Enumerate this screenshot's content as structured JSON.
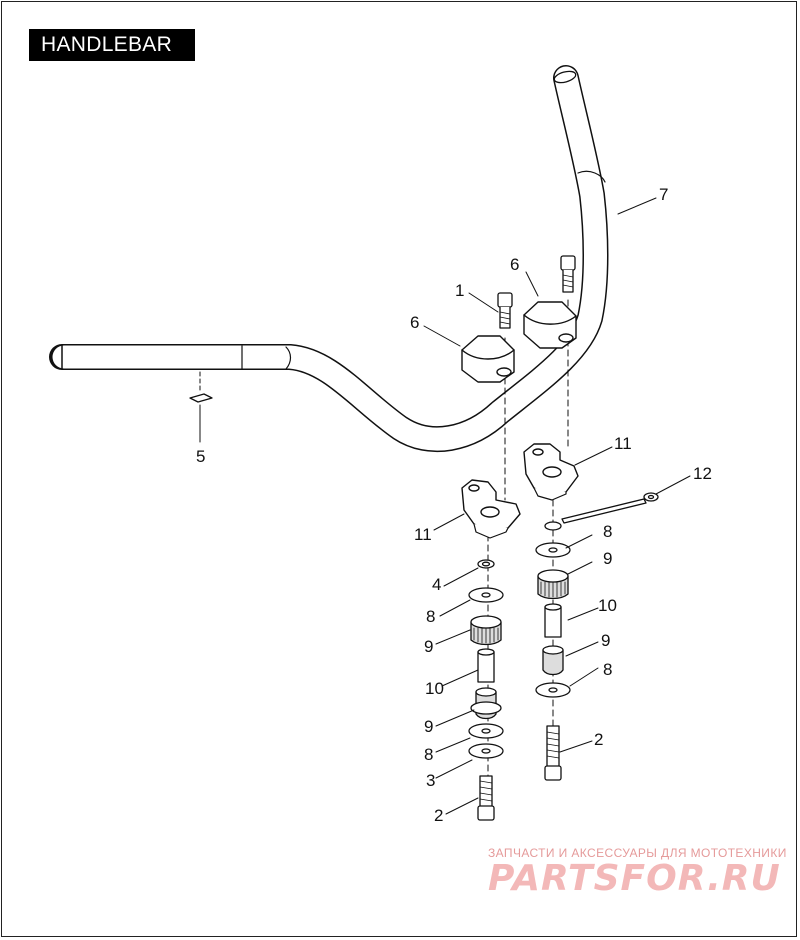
{
  "title": "HANDLEBAR",
  "callouts": {
    "c1": "1",
    "c2a": "2",
    "c2b": "2",
    "c3": "3",
    "c4": "4",
    "c5": "5",
    "c6a": "6",
    "c6b": "6",
    "c7": "7",
    "c8a": "8",
    "c8b": "8",
    "c8c": "8",
    "c8d": "8",
    "c9a": "9",
    "c9b": "9",
    "c9c": "9",
    "c9d": "9",
    "c10a": "10",
    "c10b": "10",
    "c11a": "11",
    "c11b": "11",
    "c12": "12"
  },
  "watermark": {
    "tagline": "ЗАПЧАСТИ И АКСЕССУАРЫ ДЛЯ МОТОТЕХНИКИ",
    "logo": "PARTSFOR.RU"
  },
  "colors": {
    "ink": "#111111",
    "watermark": "#f3b8b8"
  }
}
